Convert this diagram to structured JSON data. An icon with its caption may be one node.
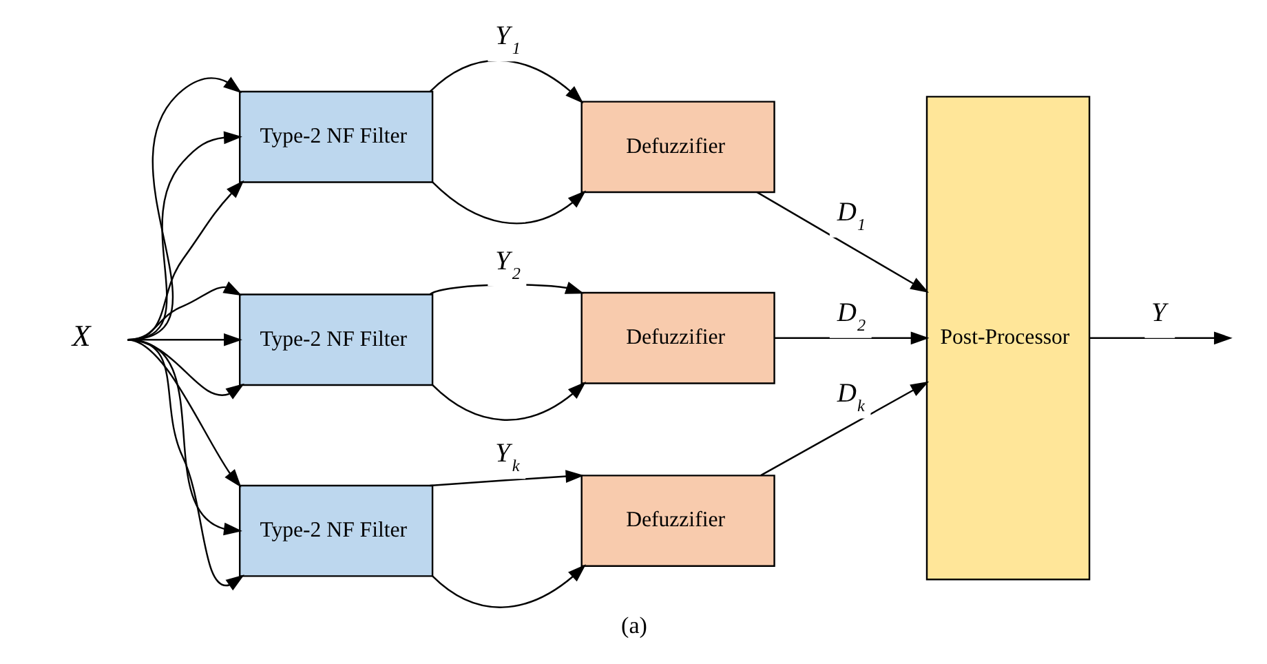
{
  "diagram": {
    "caption": "(a)",
    "nodes": [
      {
        "text": [
          "X"
        ]
      },
      {
        "text": [
          "Type-2 NF Filter"
        ]
      },
      {
        "text": [
          "Defuzzifier"
        ]
      },
      {
        "text": [
          "Type-2 NF Filter"
        ]
      },
      {
        "text": [
          "Defuzzifier"
        ]
      },
      {
        "text": [
          "Type-2 NF Filter"
        ]
      },
      {
        "text": [
          "Defuzzifier"
        ]
      },
      {
        "text": [
          "Post-Processor"
        ]
      }
    ],
    "edges": [
      {
        "from": 0,
        "to": 1,
        "arrow": "to"
      },
      {
        "from": 0,
        "to": 1,
        "arrow": "to"
      },
      {
        "from": 0,
        "to": 1,
        "arrow": "to"
      },
      {
        "from": 0,
        "to": 3,
        "arrow": "to"
      },
      {
        "from": 0,
        "to": 3,
        "arrow": "to"
      },
      {
        "from": 0,
        "to": 3,
        "arrow": "to"
      },
      {
        "from": 0,
        "to": 5,
        "arrow": "to"
      },
      {
        "from": 0,
        "to": 5,
        "arrow": "to"
      },
      {
        "from": 0,
        "to": 5,
        "arrow": "to"
      },
      {
        "from": 1,
        "to": 2,
        "arrow": "to",
        "label": "Y$_{1}$"
      },
      {
        "from": 1,
        "to": 2,
        "arrow": "to"
      },
      {
        "from": 3,
        "to": 4,
        "arrow": "to",
        "label": "Y$_{2}$"
      },
      {
        "from": 3,
        "to": 4,
        "arrow": "to"
      },
      {
        "from": 5,
        "to": 6,
        "arrow": "to",
        "label": "Y$_{k}$"
      },
      {
        "from": 5,
        "to": 6,
        "arrow": "to"
      },
      {
        "from": 2,
        "to": 7,
        "arrow": "to",
        "label": "D$_{1}$"
      },
      {
        "from": 4,
        "to": 7,
        "arrow": "to",
        "label": "D$_{2}$"
      },
      {
        "from": 6,
        "to": 7,
        "arrow": "to",
        "label": "D$_{k}$"
      },
      {
        "from": 7,
        "to": null,
        "arrow": "to",
        "label": "Y"
      }
    ]
  }
}
